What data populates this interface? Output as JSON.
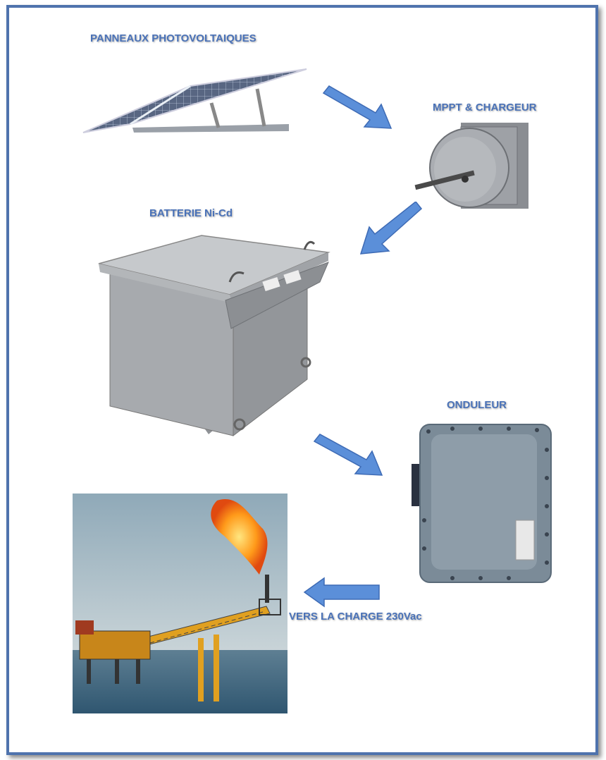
{
  "labels": {
    "panels": "PANNEAUX PHOTOVOLTAIQUES",
    "mppt": "MPPT & CHARGEUR",
    "battery": "BATTERIE Ni-Cd",
    "inverter": "ONDULEUR",
    "load": "VERS LA CHARGE 230Vac"
  },
  "colors": {
    "frame": "#4f73ad",
    "label_text": "#4a72b8",
    "arrow": "#5b8fd9"
  },
  "icons": [
    "solar-panel-icon",
    "mppt-charger-icon",
    "battery-cabinet-icon",
    "inverter-box-icon",
    "offshore-platform-icon",
    "flow-arrow-icon"
  ]
}
